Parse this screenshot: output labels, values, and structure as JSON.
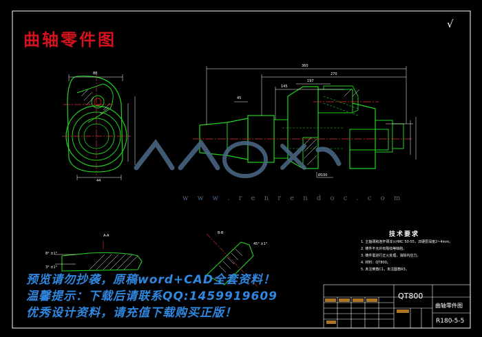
{
  "drawing": {
    "title": "曲轴零件图",
    "check_mark": "√",
    "section_labels": {
      "a": "A-A",
      "b": "B-B"
    },
    "dims": {
      "side_width": "88",
      "side_base": "44",
      "total_length": "360",
      "len_a": "270",
      "len_b": "197",
      "len_c": "145",
      "len_d": "45",
      "diameter_a": "Ø100",
      "angle_a": "8° ±1°",
      "angle_b": "3° ±1°",
      "angle_c": "45° ±1°"
    }
  },
  "technical_requirements": {
    "title": "技术要求",
    "lines": [
      "1. 主轴颈和连杆颈淬火HRC 50-55，淬硬层深度2~4mm。",
      "2. 铸件不允许有裂纹等缺陷。",
      "3. 铸件需进行正火处理，消除内应力。",
      "4. 材料：QT800。",
      "5. 未注倒角C1，未注圆角R3。"
    ]
  },
  "title_block": {
    "material": "QT800",
    "part_name": "曲轴零件图",
    "drawing_no": "R180-5-5"
  },
  "watermark": {
    "url_text": "w w w . r e n r e n d o c . c o m"
  },
  "notice": {
    "line1": "预览请勿抄袭，原稿word+CAD全套资料！",
    "line2": "温馨提示：下载后请联系QQ:1459919609",
    "line3": "优秀设计资料，请充值下载购买正版！"
  },
  "colors": {
    "outline": "#ffffff",
    "part": "#22d322",
    "center": "#e03030",
    "dim": "#ffffff",
    "notice": "#2f87e0"
  }
}
